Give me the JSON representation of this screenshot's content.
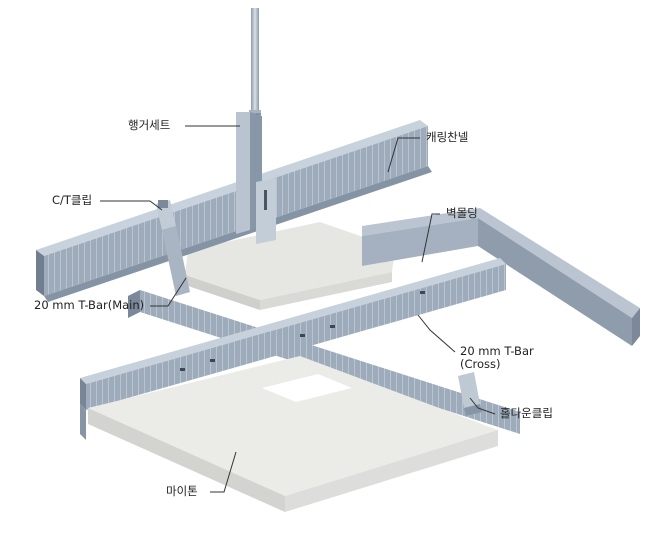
{
  "labels": {
    "hanger_set": "행거세트",
    "carrying_channel": "캐링찬넬",
    "ct_clip": "C/T클립",
    "wall_molding": "벽몰딩",
    "tbar_main": "20 mm T-Bar(Main)",
    "tbar_cross_line1": "20 mm T-Bar",
    "tbar_cross_line2": "(Cross)",
    "holddown_clip": "홀다운클립",
    "mineral_board": "마이톤"
  },
  "colors": {
    "steel_light": "#c9d3de",
    "steel_mid": "#9aa8b8",
    "steel_dark": "#6f7d8e",
    "board_top": "#e9e9e7",
    "board_side": "#d2d2cf",
    "leader": "#333333"
  }
}
